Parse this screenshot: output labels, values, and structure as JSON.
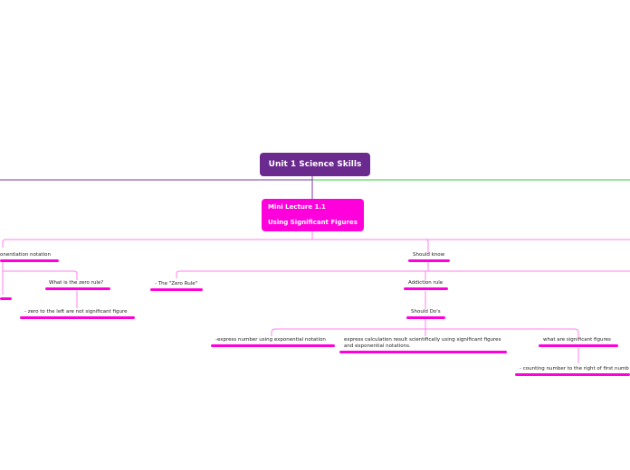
{
  "root": {
    "label": "Unit 1 Science Skills"
  },
  "lecture": {
    "line1": "Mini Lecture 1.1",
    "line2": "Using Significant Figures"
  },
  "topics": {
    "exponential_notation": "onentiation notation",
    "zero_rule_q": "What is the zero rule?",
    "zero_left": "- zero to the left are not significant figure",
    "should_know": "Should know",
    "zero_rule": "- The \"Zero Rule\"",
    "addiction_rule": "Addiction rule",
    "should_dos": "Should Do's",
    "express_exp": "-express number using exponential notation",
    "express_calc_1": "express calculation result scientifically using significant figures",
    "express_calc_2": "and exponential notations.",
    "what_sig": "what are significant figures",
    "counting": "- counting number to the right of first numb"
  },
  "colors": {
    "root": "#6a2a8e",
    "lecture": "#ff00dd",
    "branch": "#ff80ee",
    "green": "#33cc33"
  }
}
